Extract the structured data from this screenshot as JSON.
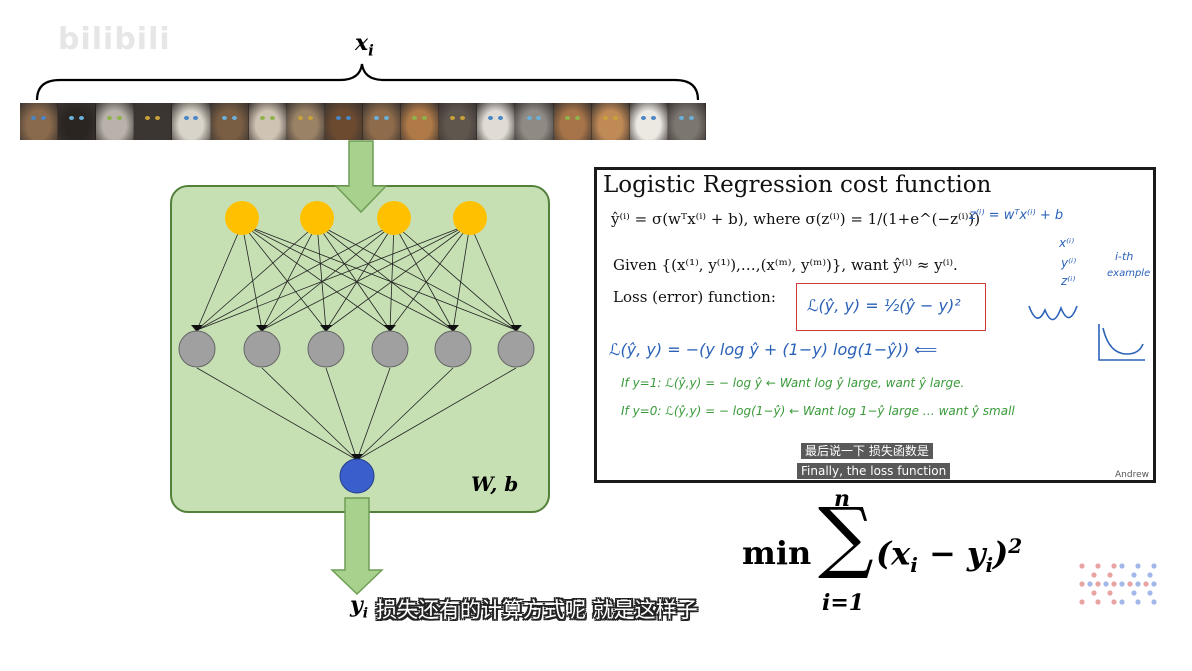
{
  "watermark": "bilibili",
  "diagram": {
    "input_label": "x",
    "input_subscript": "i",
    "params_label": "W, b",
    "output_label": "y",
    "output_subscript": "i",
    "input_nodes": 4,
    "hidden_nodes": 6,
    "output_nodes": 1,
    "cat_count": 18,
    "colors": {
      "box_fill": "#c6e0b4",
      "box_border": "#54813a",
      "input_node": "#ffc000",
      "hidden_node": "#a0a0a0",
      "output_node": "#3a5fcd",
      "arrow": "#a9d18e"
    }
  },
  "slide": {
    "title": "Logistic Regression cost function",
    "line1": "ŷ⁽ⁱ⁾ = σ(wᵀx⁽ⁱ⁾ + b), where σ(z⁽ⁱ⁾) = 1/(1+e^(−z⁽ⁱ⁾))",
    "line2": "Given {(x⁽¹⁾, y⁽¹⁾),…,(x⁽ᵐ⁾, y⁽ᵐ⁾)}, want ŷ⁽ⁱ⁾ ≈ y⁽ⁱ⁾.",
    "line3": "Loss (error) function:",
    "boxed_formula": "ℒ(ŷ, y) = ½(ŷ − y)²",
    "note_z": "z⁽ⁱ⁾ = wᵀx⁽ⁱ⁾ + b",
    "note_x": "x⁽ⁱ⁾",
    "note_y": "y⁽ⁱ⁾",
    "note_zi": "z⁽ⁱ⁾",
    "note_ith": "i-th",
    "note_example": "example",
    "loss_eq": "ℒ(ŷ, y) = −(y log ŷ + (1−y) log(1−ŷ)) ⟸",
    "if1": "If  y=1:  ℒ(ŷ,y) = − log ŷ  ←  Want log ŷ large, want ŷ large.",
    "if2": "If  y=0:  ℒ(ŷ,y) = − log(1−ŷ)  ←  Want log 1−ŷ large … want ŷ small",
    "subtitle_cn": "最后说一下 损失函数是",
    "subtitle_en": "Finally, the loss function",
    "author": "Andrew"
  },
  "formula": {
    "operator": "min",
    "upper": "n",
    "lower": "i=1",
    "body": "(x",
    "sub1": "i",
    "minus": " − y",
    "sub2": "i",
    "tail": ")",
    "exponent": "2"
  },
  "subtitle": "损失还有的计算方式呢 就是这样子",
  "logo_colors": [
    "#e8a3a3",
    "#a3b8e8"
  ]
}
